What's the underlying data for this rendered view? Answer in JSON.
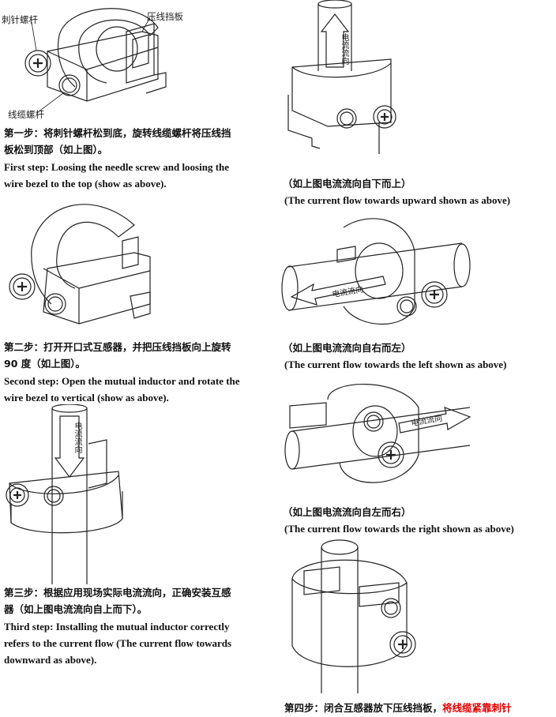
{
  "fig1": {
    "label_needle": "刺针螺杆",
    "label_bezel": "压线挡板",
    "label_cable": "线缆螺杆"
  },
  "step1": {
    "zh": [
      "第一步：将刺针螺杆松到底，旋转线缆螺杆将压线挡",
      "板松到顶部（如上图）。"
    ],
    "en": [
      "First step: Loosing the needle screw and loosing the",
      "wire bezel to the top (show as above)."
    ]
  },
  "step2": {
    "zh": [
      "第二步：打开开口式互感器，并把压线挡板向上旋转",
      "90 度（如上图）。"
    ],
    "en": [
      "Second step: Open the mutual inductor and rotate the",
      "wire bezel to vertical (show as above)."
    ]
  },
  "step3": {
    "zh": [
      "第三步：根据应用现场实际电流流向，正确安装互感",
      "器（如上图电流流向自上而下）。"
    ],
    "en": [
      "Third step: Installing the mutual inductor correctly",
      "refers to the current flow (The current flow towards",
      "downward as above)."
    ]
  },
  "arrow_label": "电流流向",
  "r1": {
    "zh": "（如上图电流流向自下而上）",
    "en": "(The current flow towards upward shown as above)"
  },
  "r2": {
    "zh": "（如上图电流流向自右而左）",
    "en": "(The current flow towards the left shown as above)"
  },
  "r3": {
    "zh": "（如上图电流流向自左而右）",
    "en": "(The current flow towards the right shown as above)"
  },
  "step4": {
    "zh_normal": "第四步：闭合互感器放下压线挡板，",
    "zh_red": "将线缆紧靠刺针"
  },
  "colors": {
    "highlight": "#e00000",
    "ink": "#111111"
  },
  "icons": [
    "screw-knob-icon",
    "current-arrow-icon"
  ]
}
